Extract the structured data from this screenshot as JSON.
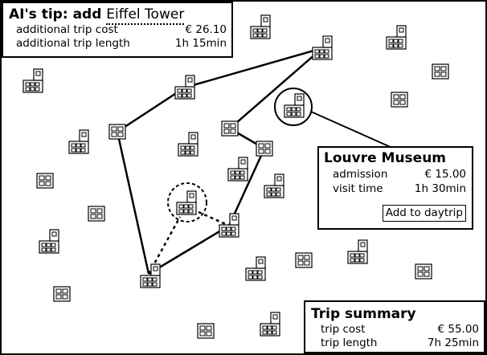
{
  "tip": {
    "title_prefix": "AI's tip: add",
    "suggestion": "Eiffel Tower",
    "rows": [
      {
        "label": "additional trip cost",
        "value": "€ 26.10"
      },
      {
        "label": "additional trip length",
        "value": "1h 15min"
      }
    ]
  },
  "poi_popup": {
    "title": "Louvre Museum",
    "rows": [
      {
        "label": "admission",
        "value": "€ 15.00"
      },
      {
        "label": "visit time",
        "value": "1h 30min"
      }
    ],
    "add_button_label": "Add to daytrip"
  },
  "summary": {
    "title": "Trip summary",
    "rows": [
      {
        "label": "trip cost",
        "value": "€ 55.00"
      },
      {
        "label": "trip length",
        "value": "7h 25min"
      }
    ]
  },
  "icons": {
    "poi": "building-icon"
  }
}
